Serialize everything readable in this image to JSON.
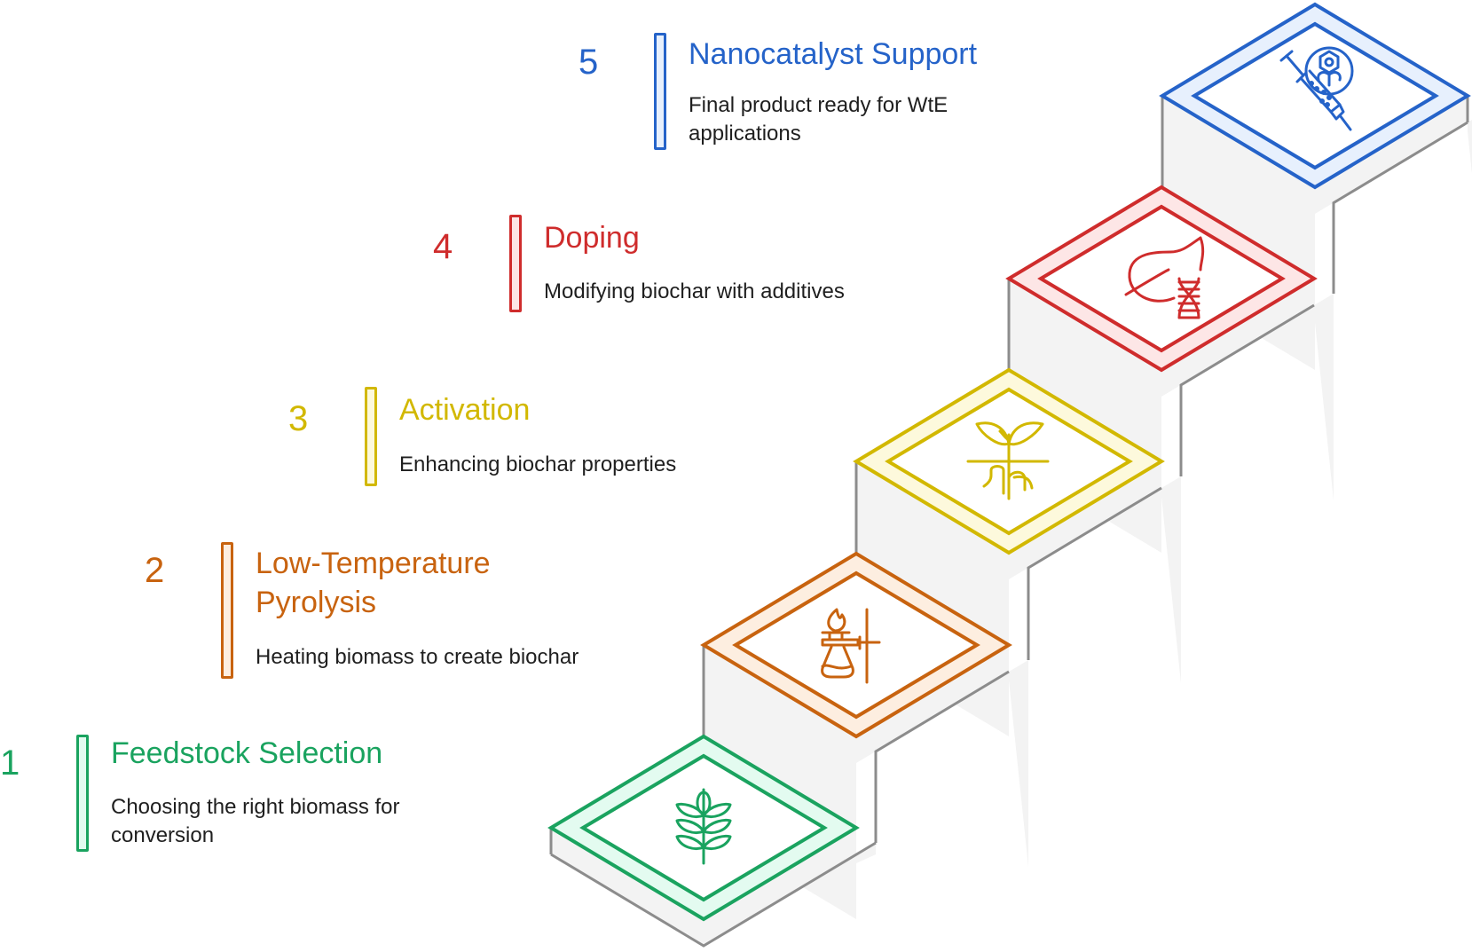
{
  "diagram": {
    "type": "isometric-staircase-process",
    "steps": [
      {
        "number": "1",
        "title_lines": [
          "Feedstock Selection"
        ],
        "description_lines": [
          "Choosing the right biomass for",
          "conversion"
        ],
        "icon": "wheat-icon",
        "color": "#1aa35f",
        "tint": "#e3fbf0"
      },
      {
        "number": "2",
        "title_lines": [
          "Low-Temperature",
          "Pyrolysis"
        ],
        "description_lines": [
          "Heating biomass to create biochar"
        ],
        "icon": "bunsen-burner-flask-icon",
        "color": "#c8630f",
        "tint": "#fdeee0"
      },
      {
        "number": "3",
        "title_lines": [
          "Activation"
        ],
        "description_lines": [
          "Enhancing biochar properties"
        ],
        "icon": "sprout-roots-icon",
        "color": "#d2b800",
        "tint": "#fdf9dc"
      },
      {
        "number": "4",
        "title_lines": [
          "Doping"
        ],
        "description_lines": [
          "Modifying biochar with additives"
        ],
        "icon": "leaf-dna-icon",
        "color": "#cf2c2c",
        "tint": "#fde6e6"
      },
      {
        "number": "5",
        "title_lines": [
          "Nanocatalyst Support"
        ],
        "description_lines": [
          "Final product ready for WtE",
          "applications"
        ],
        "icon": "syringe-molecule-icon",
        "color": "#2563c9",
        "tint": "#e7f0fd"
      }
    ],
    "face_colors": {
      "side_fill": "#f3f3f3",
      "edge_stroke": "#8c8c8c"
    }
  }
}
